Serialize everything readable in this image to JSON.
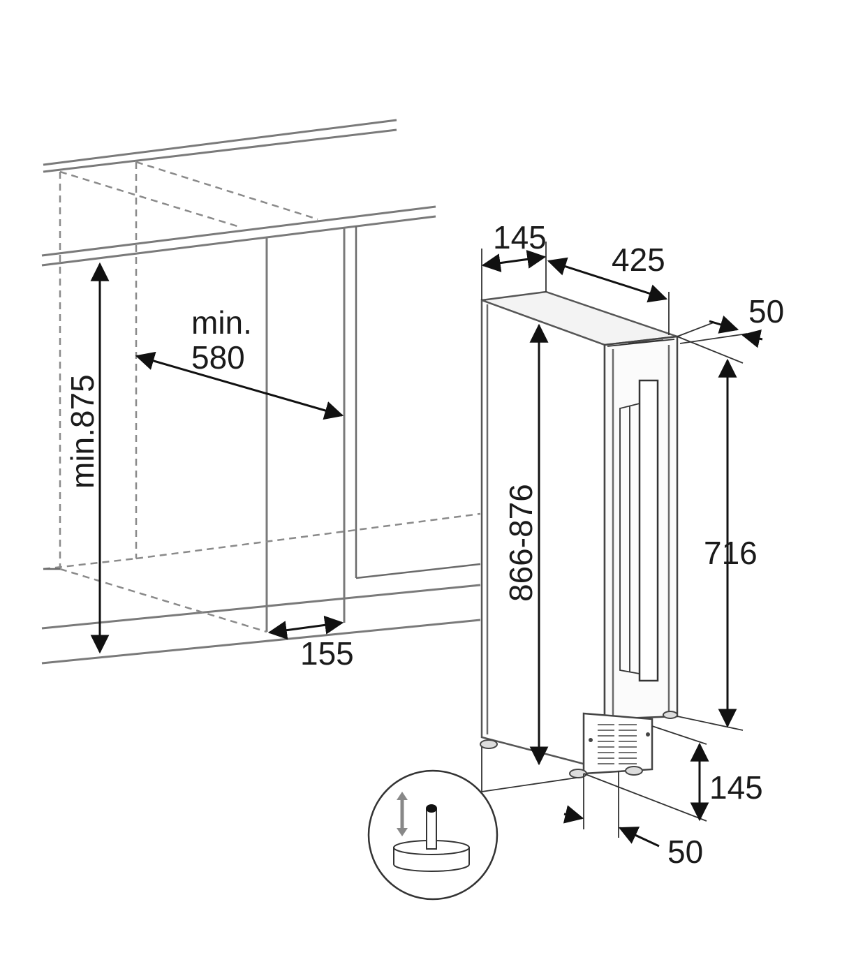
{
  "dimensions": {
    "cabinet_height": "min.875",
    "cabinet_depth_min": "min.",
    "cabinet_depth_value": "580",
    "plinth_offset": "155",
    "appliance_width": "145",
    "appliance_depth": "425",
    "door_thickness": "50",
    "appliance_height": "866-876",
    "door_height": "716",
    "plinth_height": "145",
    "plinth_depth": "50"
  }
}
